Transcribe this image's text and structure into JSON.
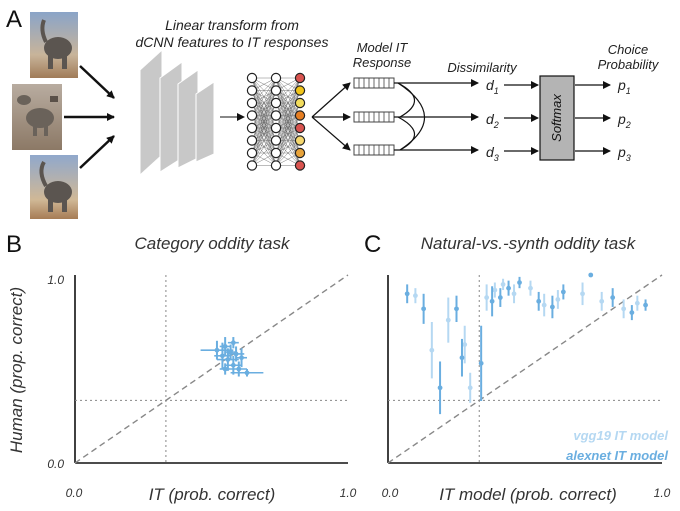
{
  "panels": {
    "a": {
      "letter": "A",
      "title_line1": "Linear transform from",
      "title_line2": "dCNN features to IT responses",
      "model_it_line1": "Model IT",
      "model_it_line2": "Response",
      "dissimilarity": "Dissimilarity",
      "choice_line1": "Choice",
      "choice_line2": "Probability",
      "softmax": "Softmax",
      "d_labels": [
        "d",
        "d",
        "d"
      ],
      "d_subscripts": [
        "1",
        "2",
        "3"
      ],
      "p_labels": [
        "p",
        "p",
        "p"
      ],
      "p_subscripts": [
        "1",
        "2",
        "3"
      ],
      "node_colors": [
        "#d9534f",
        "#f0c419",
        "#f2dc5d",
        "#e67e22",
        "#d9534f",
        "#f5d76e",
        "#e8a33a",
        "#d9534f"
      ]
    },
    "b": {
      "letter": "B",
      "title": "Category oddity task"
    },
    "c": {
      "letter": "C",
      "title": "Natural-vs.-synth oddity task"
    }
  },
  "chart_data": [
    {
      "type": "scatter",
      "title": "Category oddity task",
      "xlabel": "IT (prob. correct)",
      "ylabel": "Human (prop. correct)",
      "xlim": [
        0,
        1
      ],
      "ylim": [
        0,
        1
      ],
      "xticks": [
        "0.0",
        "1.0"
      ],
      "yticks": [
        "0.0",
        "1.0"
      ],
      "reference_lines": {
        "chance": 0.333,
        "diagonal": true
      },
      "color": "#6aaee0",
      "points": [
        {
          "x": 0.52,
          "y": 0.6,
          "xerr": 0.06,
          "yerr": 0.05
        },
        {
          "x": 0.54,
          "y": 0.57,
          "xerr": 0.03,
          "yerr": 0.07
        },
        {
          "x": 0.55,
          "y": 0.62,
          "xerr": 0.02,
          "yerr": 0.05
        },
        {
          "x": 0.56,
          "y": 0.55,
          "xerr": 0.04,
          "yerr": 0.06
        },
        {
          "x": 0.57,
          "y": 0.59,
          "xerr": 0.02,
          "yerr": 0.04
        },
        {
          "x": 0.58,
          "y": 0.52,
          "xerr": 0.03,
          "yerr": 0.05
        },
        {
          "x": 0.58,
          "y": 0.64,
          "xerr": 0.02,
          "yerr": 0.03
        },
        {
          "x": 0.6,
          "y": 0.5,
          "xerr": 0.03,
          "yerr": 0.04
        },
        {
          "x": 0.61,
          "y": 0.56,
          "xerr": 0.02,
          "yerr": 0.05
        },
        {
          "x": 0.63,
          "y": 0.48,
          "xerr": 0.06,
          "yerr": 0.02
        },
        {
          "x": 0.55,
          "y": 0.5,
          "xerr": 0.02,
          "yerr": 0.03
        },
        {
          "x": 0.59,
          "y": 0.58,
          "xerr": 0.03,
          "yerr": 0.04
        }
      ]
    },
    {
      "type": "scatter",
      "title": "Natural-vs.-synth oddity task",
      "xlabel": "IT model (prob. correct)",
      "ylabel": "",
      "xlim": [
        0,
        1
      ],
      "ylim": [
        0,
        1
      ],
      "xticks": [
        "0.0",
        "1.0"
      ],
      "reference_lines": {
        "chance": 0.333,
        "diagonal": true
      },
      "series": [
        {
          "name": "vgg19 IT model",
          "color": "#b5d8f2",
          "points": [
            {
              "x": 0.1,
              "y": 0.89,
              "yerr": 0.04
            },
            {
              "x": 0.16,
              "y": 0.6,
              "yerr": 0.15
            },
            {
              "x": 0.22,
              "y": 0.76,
              "yerr": 0.12
            },
            {
              "x": 0.28,
              "y": 0.63,
              "yerr": 0.1
            },
            {
              "x": 0.3,
              "y": 0.4,
              "yerr": 0.08
            },
            {
              "x": 0.36,
              "y": 0.88,
              "yerr": 0.07
            },
            {
              "x": 0.39,
              "y": 0.92,
              "yerr": 0.04
            },
            {
              "x": 0.42,
              "y": 0.95,
              "yerr": 0.03
            },
            {
              "x": 0.46,
              "y": 0.9,
              "yerr": 0.05
            },
            {
              "x": 0.52,
              "y": 0.93,
              "yerr": 0.04
            },
            {
              "x": 0.57,
              "y": 0.84,
              "yerr": 0.06
            },
            {
              "x": 0.62,
              "y": 0.87,
              "yerr": 0.05
            },
            {
              "x": 0.71,
              "y": 0.9,
              "yerr": 0.06
            },
            {
              "x": 0.78,
              "y": 0.86,
              "yerr": 0.05
            },
            {
              "x": 0.86,
              "y": 0.82,
              "yerr": 0.05
            },
            {
              "x": 0.91,
              "y": 0.85,
              "yerr": 0.04
            }
          ]
        },
        {
          "name": "alexnet IT model",
          "color": "#6aaee0",
          "points": [
            {
              "x": 0.07,
              "y": 0.9,
              "yerr": 0.05
            },
            {
              "x": 0.13,
              "y": 0.82,
              "yerr": 0.08
            },
            {
              "x": 0.19,
              "y": 0.4,
              "yerr": 0.14
            },
            {
              "x": 0.25,
              "y": 0.82,
              "yerr": 0.07
            },
            {
              "x": 0.27,
              "y": 0.56,
              "yerr": 0.1
            },
            {
              "x": 0.34,
              "y": 0.53,
              "yerr": 0.2
            },
            {
              "x": 0.38,
              "y": 0.86,
              "yerr": 0.08
            },
            {
              "x": 0.41,
              "y": 0.88,
              "yerr": 0.05
            },
            {
              "x": 0.44,
              "y": 0.93,
              "yerr": 0.04
            },
            {
              "x": 0.48,
              "y": 0.96,
              "yerr": 0.03
            },
            {
              "x": 0.55,
              "y": 0.86,
              "yerr": 0.05
            },
            {
              "x": 0.6,
              "y": 0.83,
              "yerr": 0.06
            },
            {
              "x": 0.64,
              "y": 0.91,
              "yerr": 0.04
            },
            {
              "x": 0.74,
              "y": 1.0,
              "yerr": 0.0
            },
            {
              "x": 0.82,
              "y": 0.88,
              "yerr": 0.05
            },
            {
              "x": 0.89,
              "y": 0.8,
              "yerr": 0.04
            },
            {
              "x": 0.94,
              "y": 0.84,
              "yerr": 0.03
            }
          ]
        }
      ]
    }
  ]
}
